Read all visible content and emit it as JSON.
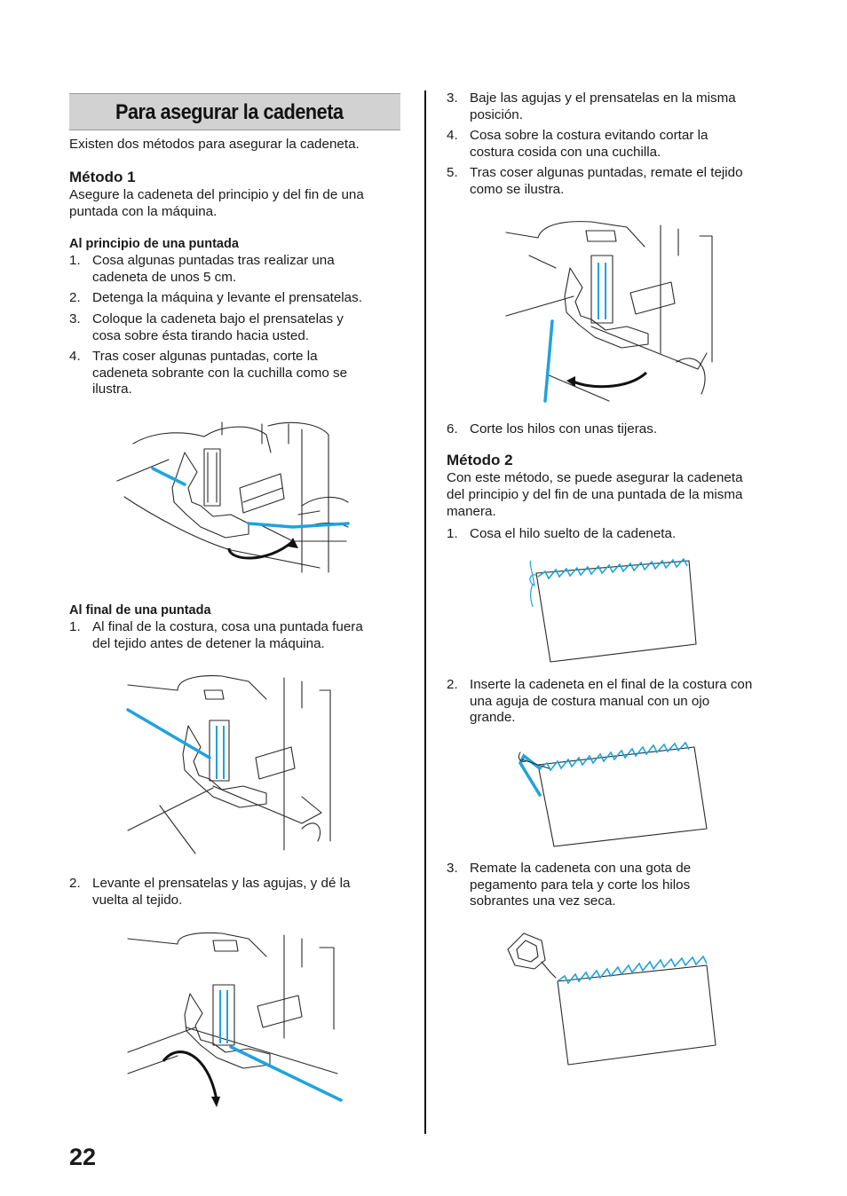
{
  "page": {
    "number": "22"
  },
  "section": {
    "title": "Para asegurar la cadeneta"
  },
  "intro": "Existen dos métodos para asegurar la cadeneta.",
  "method1": {
    "heading": "Método 1",
    "desc_line1": "Asegure la cadeneta del principio y del fin de una",
    "desc_line2": "puntada con la máquina.",
    "start": {
      "heading": "Al principio de una puntada",
      "steps": [
        {
          "num": "1.",
          "line1": "Cosa algunas puntadas tras realizar una",
          "line2": "cadeneta de unos 5 cm."
        },
        {
          "num": "2.",
          "line1": "Detenga la máquina y levante el prensatelas."
        },
        {
          "num": "3.",
          "line1": "Coloque la cadeneta bajo el prensatelas y",
          "line2": "cosa sobre ésta tirando hacia usted."
        },
        {
          "num": "4.",
          "line1": "Tras coser algunas puntadas, corte la",
          "line2": "cadeneta sobrante con la cuchilla como se",
          "line3": "ilustra."
        }
      ]
    },
    "end": {
      "heading": "Al final de una puntada",
      "steps": [
        {
          "num": "1.",
          "line1": "Al final de la costura, cosa una puntada fuera",
          "line2": "del tejido antes de detener la máquina."
        },
        {
          "num": "2.",
          "line1": "Levante el prensatelas y las agujas, y dé la",
          "line2": "vuelta al tejido."
        },
        {
          "num": "3.",
          "line1": "Baje las agujas y el prensatelas en la misma",
          "line2": "posición."
        },
        {
          "num": "4.",
          "line1": "Cosa sobre la costura evitando cortar la",
          "line2": "costura cosida con una cuchilla."
        },
        {
          "num": "5.",
          "line1": "Tras coser algunas puntadas, remate el tejido",
          "line2": "como se ilustra."
        },
        {
          "num": "6.",
          "line1": "Corte los hilos con unas tijeras."
        }
      ]
    }
  },
  "method2": {
    "heading": "Método 2",
    "desc_line1": "Con este método, se puede asegurar la cadeneta",
    "desc_line2": "del principio y del fin de una puntada de la misma",
    "desc_line3": "manera.",
    "steps": [
      {
        "num": "1.",
        "line1": "Cosa el hilo suelto de la cadeneta."
      },
      {
        "num": "2.",
        "line1": "Inserte la cadeneta en el final de la costura con",
        "line2": "una aguja de costura manual con un ojo",
        "line3": "grande."
      },
      {
        "num": "3.",
        "line1": "Remate la cadeneta con una gota de",
        "line2": "pegamento para tela y corte los hilos",
        "line3": "sobrantes una vez seca."
      }
    ]
  },
  "colors": {
    "thread": "#1fa3dd",
    "title_bar": "#d2d2d2",
    "text": "#1a1a1a"
  },
  "icons": [
    "machine-foot-illustration",
    "fabric-chain-illustration",
    "glue-bottle-illustration"
  ]
}
